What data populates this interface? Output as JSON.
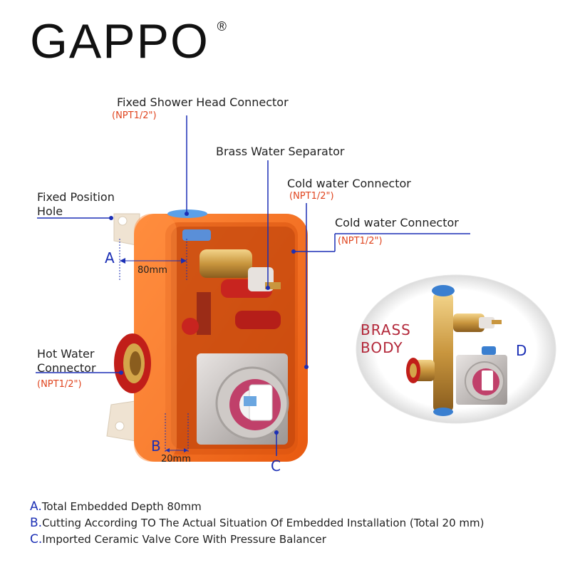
{
  "brand": {
    "name": "GAPPO",
    "registered": "®"
  },
  "callouts": {
    "fixed_shower_head": {
      "label": "Fixed Shower Head Connector",
      "spec": "(NPT1/2\")"
    },
    "brass_separator": {
      "label": "Brass Water Separator"
    },
    "cold_water_1": {
      "label": "Cold water Connector",
      "spec": "(NPT1/2\")"
    },
    "cold_water_2": {
      "label": "Cold water Connector",
      "spec": "(NPT1/2\")"
    },
    "fixed_position_hole": {
      "line1": "Fixed Position",
      "line2": "Hole"
    },
    "hot_water": {
      "line1": "Hot Water",
      "line2": "Connector",
      "spec": "(NPT1/2\")"
    }
  },
  "markers": {
    "a": "A",
    "b": "B",
    "c": "C",
    "d": "D"
  },
  "dimensions": {
    "depth": "80mm",
    "cut": "20mm"
  },
  "inset": {
    "line1": "BRASS",
    "line2": "BODY"
  },
  "notes": [
    {
      "letter": "A.",
      "text": "Total Embedded Depth 80mm"
    },
    {
      "letter": "B.",
      "text": "Cutting According TO The Actual Situation Of Embedded Installation (Total 20 mm)"
    },
    {
      "letter": "C.",
      "text": "Imported Ceramic Valve Core With Pressure Balancer"
    }
  ],
  "colors": {
    "box_orange": "#f26b1d",
    "callout_blue": "#1b2fb5",
    "spec_red": "#e0441e",
    "brass": "#c9a04a",
    "brass_label": "#b3283a"
  }
}
